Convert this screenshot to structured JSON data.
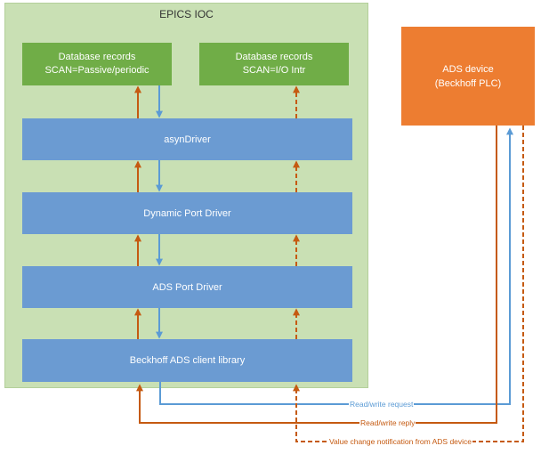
{
  "ioc": {
    "title": "EPICS IOC"
  },
  "records_left": {
    "line1": "Database records",
    "line2": "SCAN=Passive/periodic"
  },
  "records_right": {
    "line1": "Database records",
    "line2": "SCAN=I/O Intr"
  },
  "layers": {
    "asyn": "asynDriver",
    "dynamic": "Dynamic Port Driver",
    "ads_port": "ADS Port Driver",
    "client": "Beckhoff ADS client library"
  },
  "device": {
    "line1": "ADS device",
    "line2": "(Beckhoff PLC)"
  },
  "links": {
    "request": "Read/write request",
    "reply": "Read/write reply",
    "notification": "Value change notification from ADS device"
  },
  "colors": {
    "ioc_bg": "#c9e0b4",
    "record_green": "#70ad47",
    "layer_blue": "#6b9bd2",
    "device_orange": "#ed7d31",
    "arrow_blue": "#5b9bd5",
    "arrow_orange": "#c55a11"
  }
}
